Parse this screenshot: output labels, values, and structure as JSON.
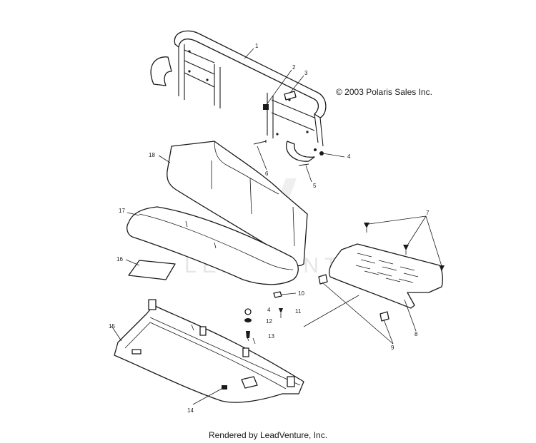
{
  "copyright": "© 2003 Polaris Sales Inc.",
  "watermark": "LEADVENTURE",
  "footer": "Rendered by LeadVenture, Inc.",
  "callouts": {
    "p1": "1",
    "p2": "2",
    "p3": "3",
    "p4a": "4",
    "p4b": "4",
    "p5": "5",
    "p6": "6",
    "p7": "7",
    "p8": "8",
    "p9": "9",
    "p10": "10",
    "p11": "11",
    "p12": "12",
    "p13": "13",
    "p14": "14",
    "p15": "15",
    "p16": "16",
    "p17": "17",
    "p18": "18"
  }
}
